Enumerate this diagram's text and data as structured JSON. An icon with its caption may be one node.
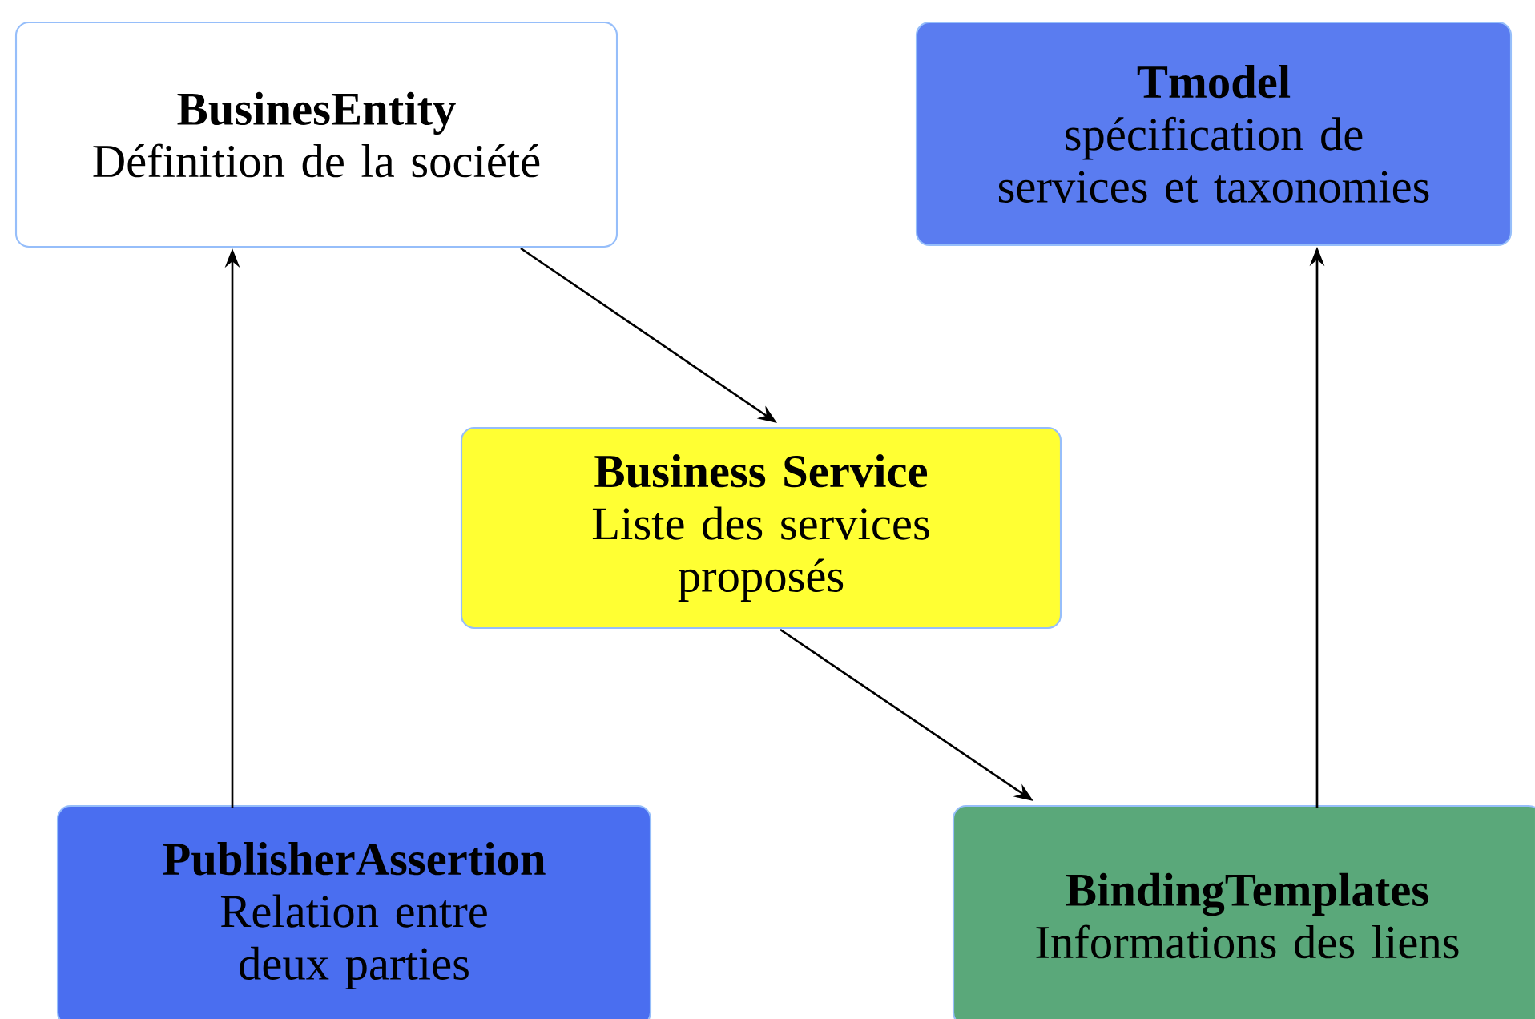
{
  "diagram": {
    "nodes": [
      {
        "text": [
          "BusinesEntity",
          "Définition de la société"
        ]
      },
      {
        "text": [
          "Tmodel",
          "spécification de services et taxonomies"
        ]
      },
      {
        "text": [
          "Business Service",
          "Liste des services proposés"
        ]
      },
      {
        "text": [
          "PublisherAssertion",
          "Relation entre deux parties"
        ]
      },
      {
        "text": [
          "BindingTemplates",
          "Informations des liens"
        ]
      }
    ],
    "edges": [
      {
        "from": 0,
        "to": 2,
        "arrow": "to"
      },
      {
        "from": 2,
        "to": 4,
        "arrow": "to"
      },
      {
        "from": 3,
        "to": 0,
        "arrow": "to"
      },
      {
        "from": 4,
        "to": 1,
        "arrow": "to"
      }
    ]
  }
}
